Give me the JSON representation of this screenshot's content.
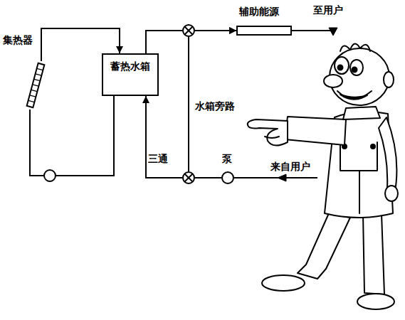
{
  "diagram": {
    "nodes": [
      {
        "text": [
          "集热器"
        ]
      },
      {
        "text": [
          "蓄热水箱"
        ]
      },
      {
        "text": [
          "辅助能源"
        ]
      },
      {
        "text": [
          "三通"
        ]
      },
      {
        "text": [
          "泵"
        ]
      }
    ],
    "edges": [
      {
        "from": 0,
        "to": 1,
        "arrow": "to"
      },
      {
        "from": 1,
        "to": 0,
        "arrow": "none"
      },
      {
        "from": 4,
        "to": 3,
        "arrow": "none"
      },
      {
        "from": 3,
        "to": 1,
        "arrow": "to"
      },
      {
        "from": 1,
        "to": 2,
        "arrow": "to"
      },
      {
        "from": 3,
        "to": 2,
        "label": "水箱旁路",
        "arrow": "to"
      }
    ],
    "labels": [
      "至用户",
      "来自用户"
    ]
  }
}
